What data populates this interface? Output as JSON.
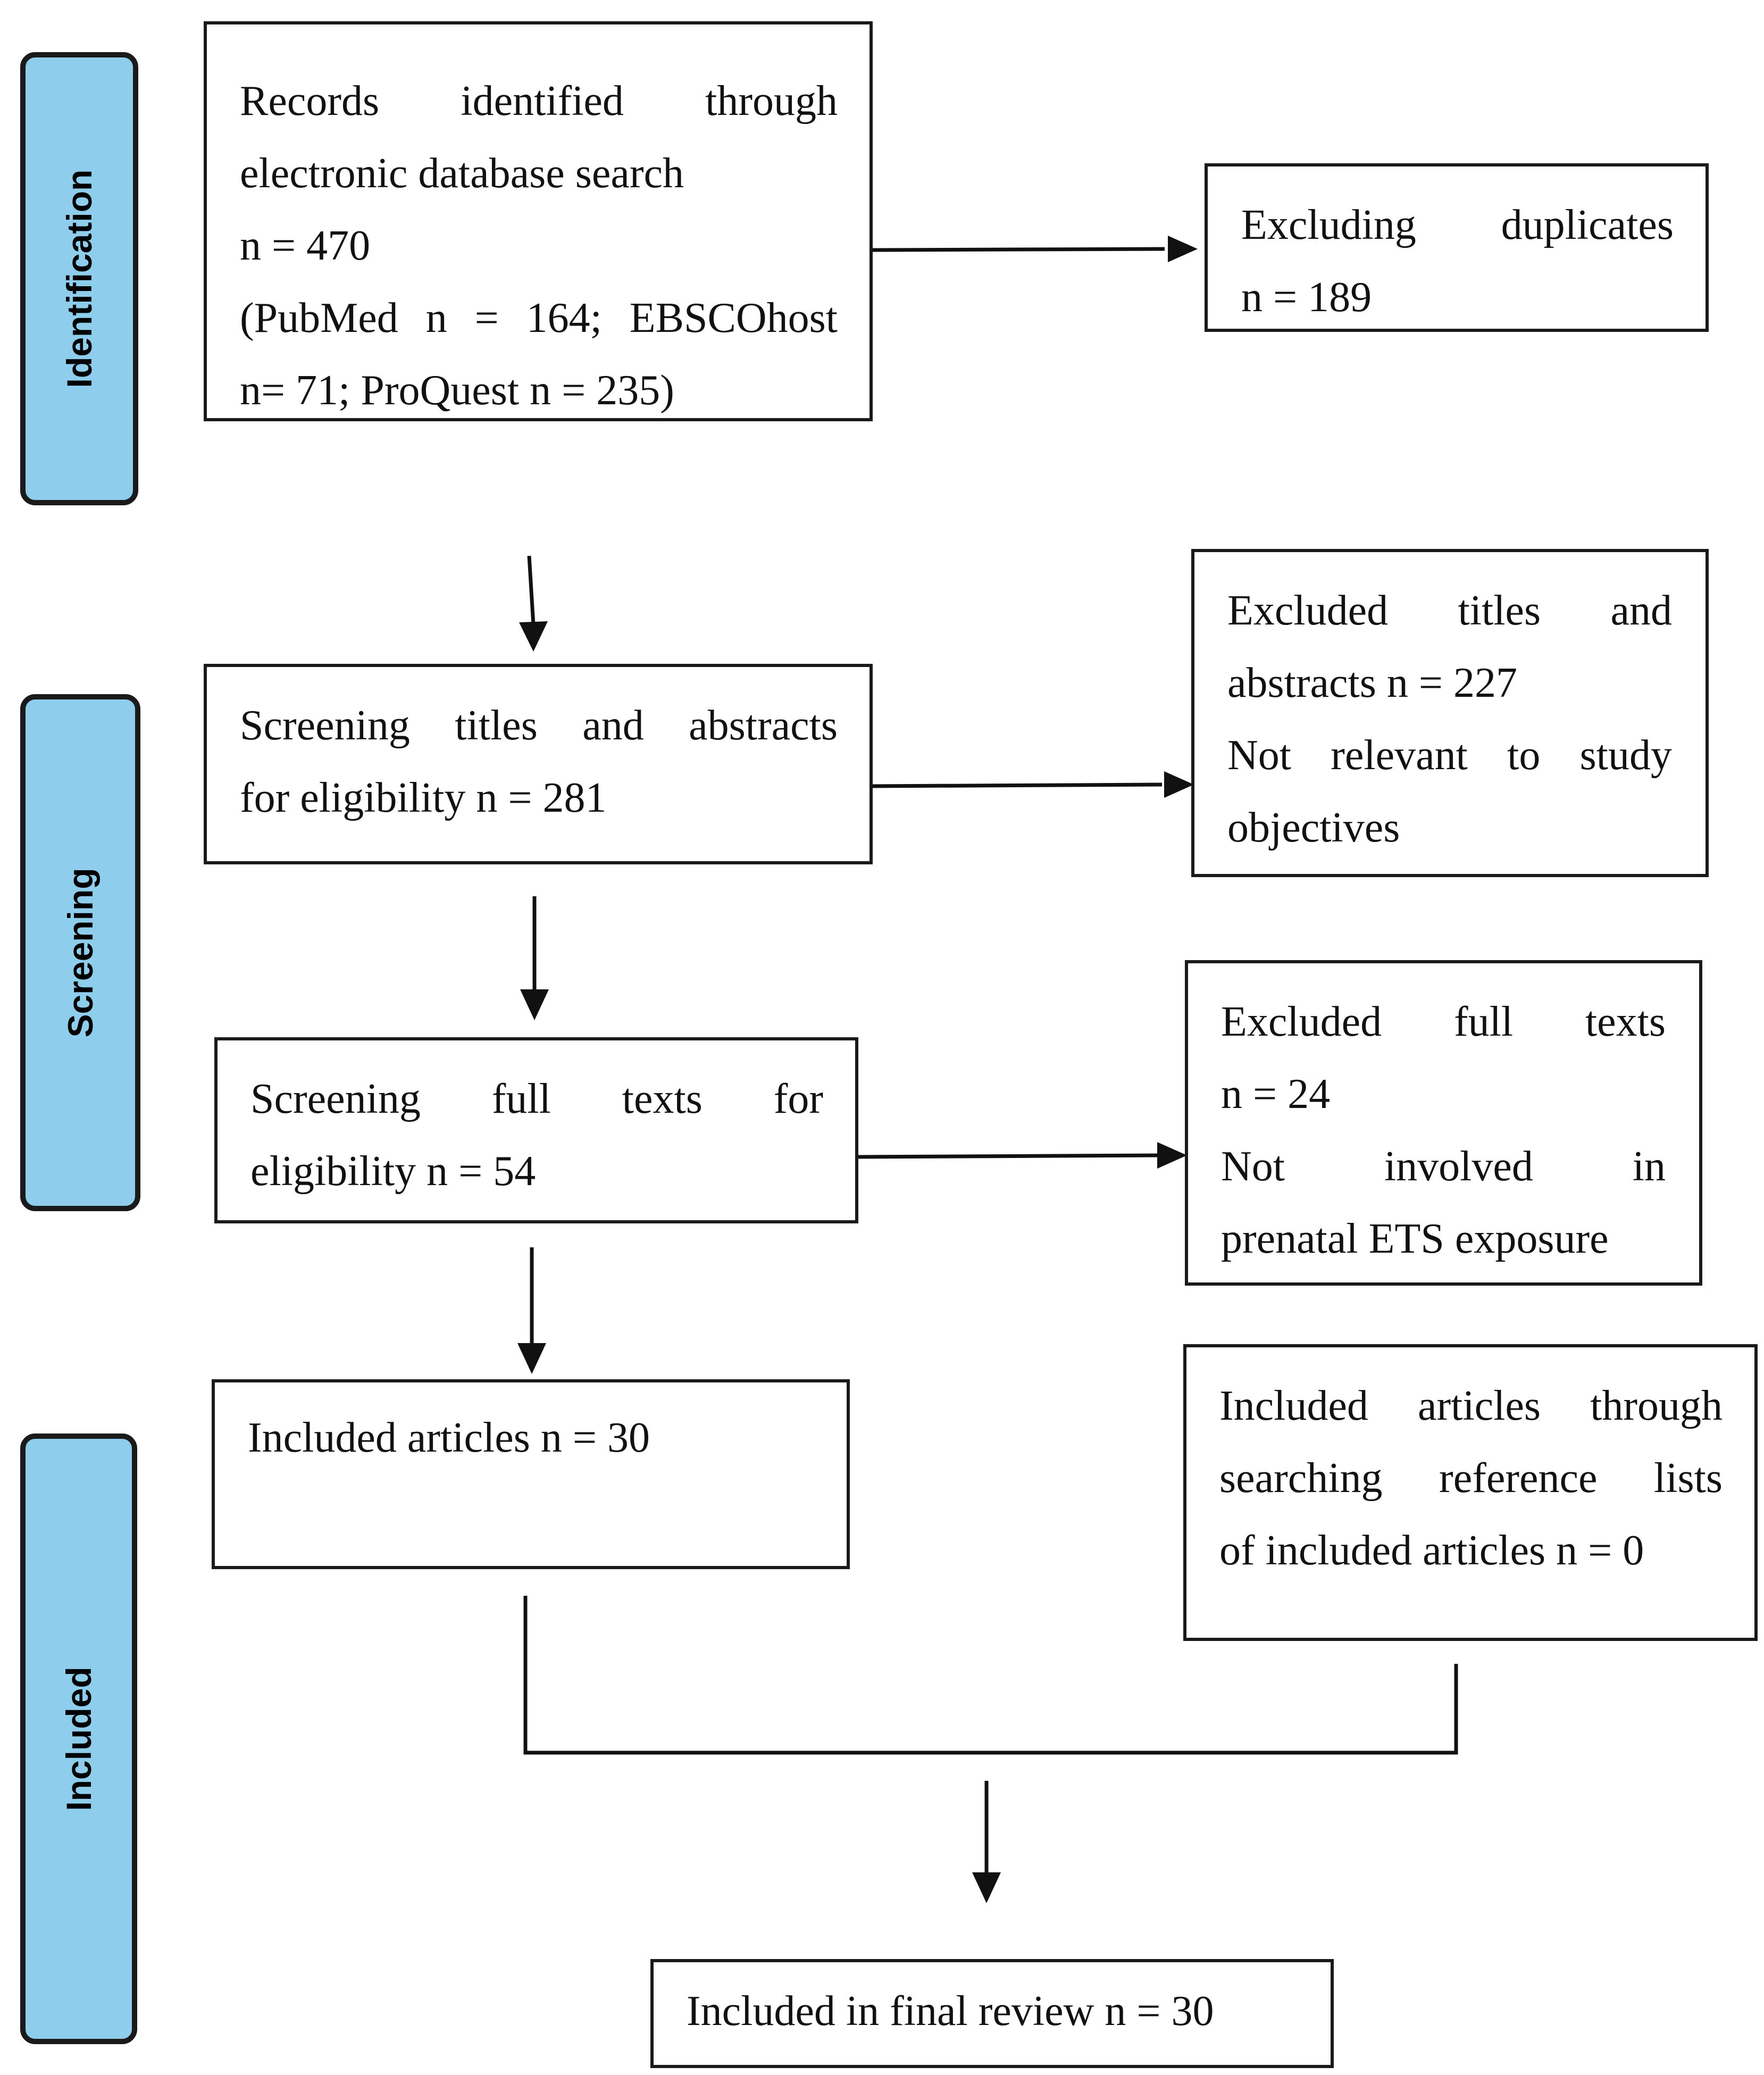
{
  "stages": {
    "identification": "Identification",
    "screening": "Screening",
    "included": "Included"
  },
  "boxes": {
    "records": {
      "line1": "Records identified through",
      "line2": "electronic database search",
      "line3": "n = 470",
      "line4": "(PubMed n = 164; EBSCOhost",
      "line5": "n= 71; ProQuest n = 235)"
    },
    "duplicates": {
      "line1": "Excluding duplicates",
      "line2": "n = 189"
    },
    "screening_titles": {
      "line1": "Screening titles and abstracts",
      "line2": "for eligibility n = 281"
    },
    "excluded_titles": {
      "line1": "Excluded titles and",
      "line2": "abstracts n = 227",
      "line3": "Not relevant to study",
      "line4": "objectives"
    },
    "screening_full": {
      "line1": "Screening full texts for",
      "line2": "eligibility n = 54"
    },
    "excluded_full": {
      "line1": "Excluded full texts",
      "line2": "n = 24",
      "line3": "Not involved in",
      "line4": "prenatal ETS exposure"
    },
    "included_articles": {
      "line1": "Included articles n = 30"
    },
    "included_reference": {
      "line1": "Included articles through",
      "line2": "searching reference lists",
      "line3": "of included articles n = 0"
    },
    "final_review": {
      "line1": "Included in final review n = 30"
    }
  }
}
